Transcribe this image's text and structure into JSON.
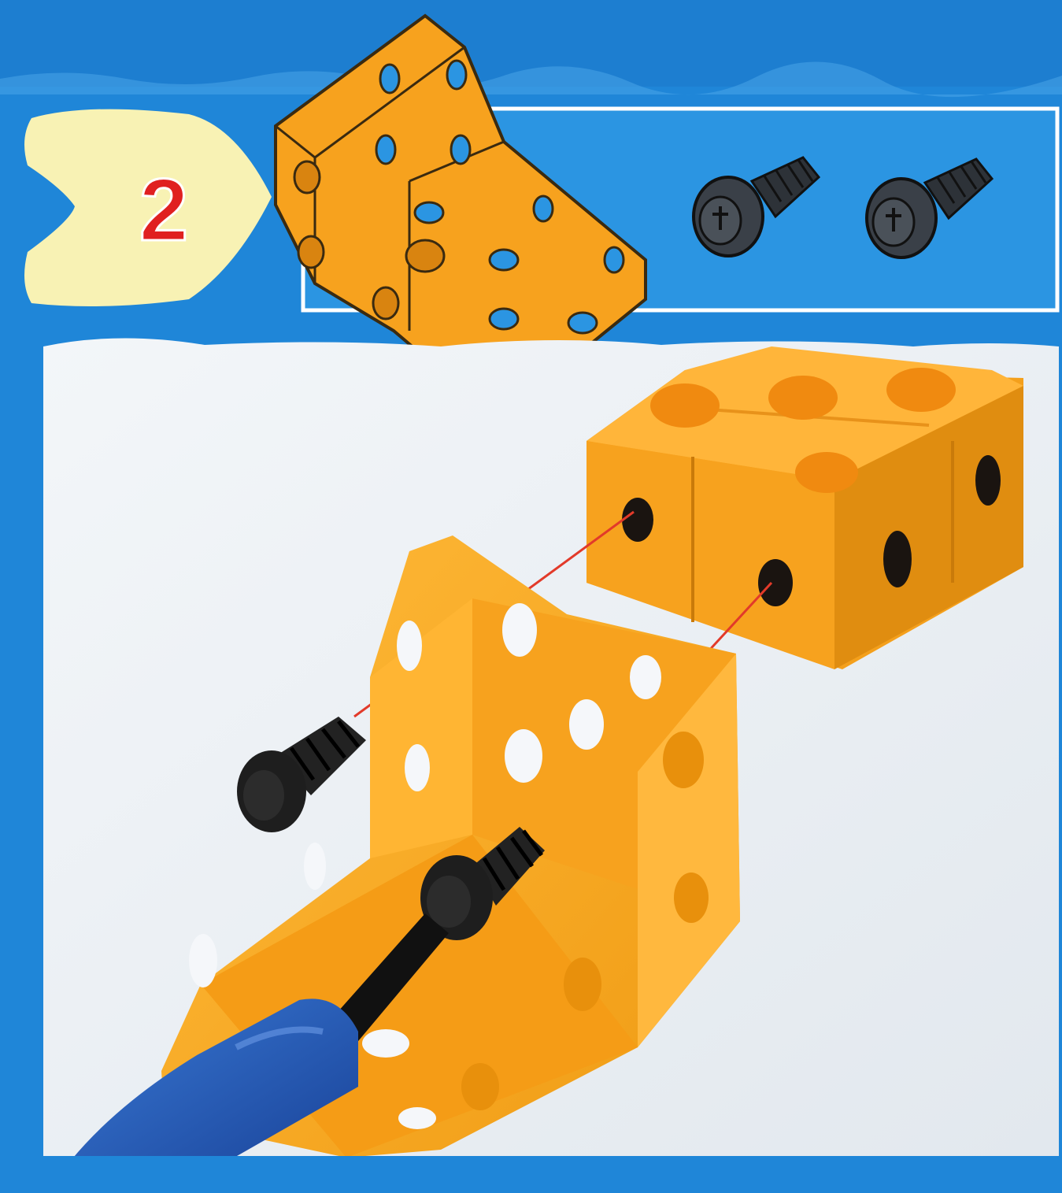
{
  "step": {
    "number": "2"
  },
  "palette": {
    "frame_blue": "#1f86d8",
    "panel_blue": "#2b95e2",
    "photo_bg": "#ecf1f6",
    "badge_cream": "#f8f2b4",
    "step_red": "#e02020",
    "part_orange": "#f7a21e",
    "part_dark_orange": "#d98410",
    "screw_black": "#1b1b1b",
    "guide_red": "#e23a2a",
    "handle_blue": "#1f59b8"
  },
  "parts_list": [
    {
      "name": "bracket",
      "icon": "angle-bracket-icon",
      "quantity": 1
    },
    {
      "name": "screw",
      "icon": "screw-icon",
      "quantity": 2
    }
  ],
  "photo_contents": [
    "angle-bracket",
    "cube-block",
    "screw",
    "screw",
    "screwdriver"
  ]
}
